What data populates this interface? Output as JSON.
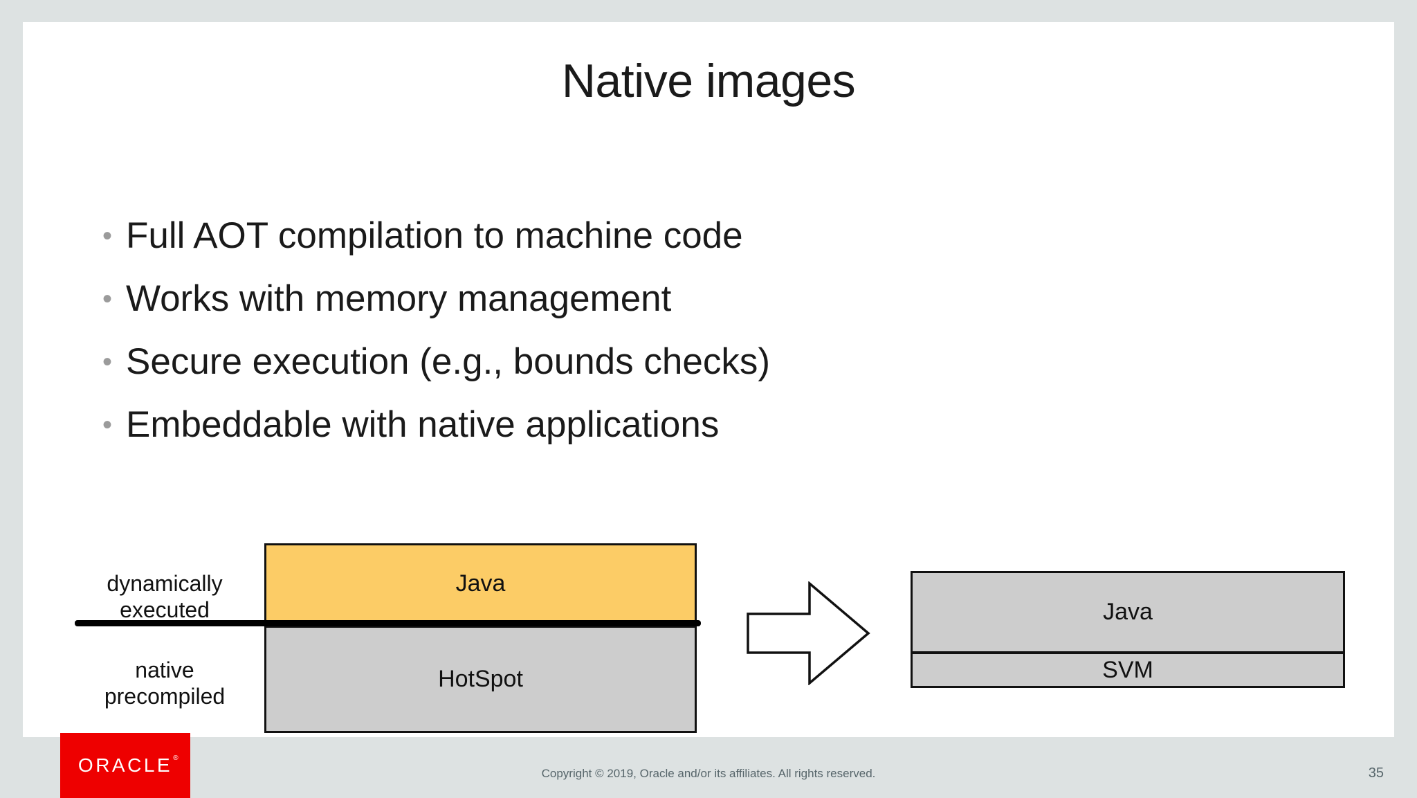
{
  "slide": {
    "title": "Native images",
    "bullets": [
      "Full AOT compilation to machine code",
      "Works with memory management",
      "Secure execution (e.g., bounds checks)",
      "Embeddable with native applications"
    ]
  },
  "diagram": {
    "left": {
      "upper_label": "dynamically\nexecuted",
      "upper_label_line1": "dynamically",
      "upper_label_line2": "executed",
      "lower_label_line1": "native",
      "lower_label_line2": "precompiled",
      "upper_box": "Java",
      "lower_box": "HotSpot",
      "upper_box_color": "#fccc66",
      "lower_box_color": "#cdcdcd"
    },
    "arrow": "right-arrow-icon",
    "right": {
      "upper_box": "Java",
      "lower_box": "SVM",
      "upper_box_color": "#cdcdcd",
      "lower_box_color": "#cdcdcd"
    }
  },
  "footer": {
    "logo_text": "ORACLE",
    "logo_color": "#ee0000",
    "copyright": "Copyright © 2019, Oracle and/or its affiliates. All rights reserved.",
    "page_number": "35"
  }
}
